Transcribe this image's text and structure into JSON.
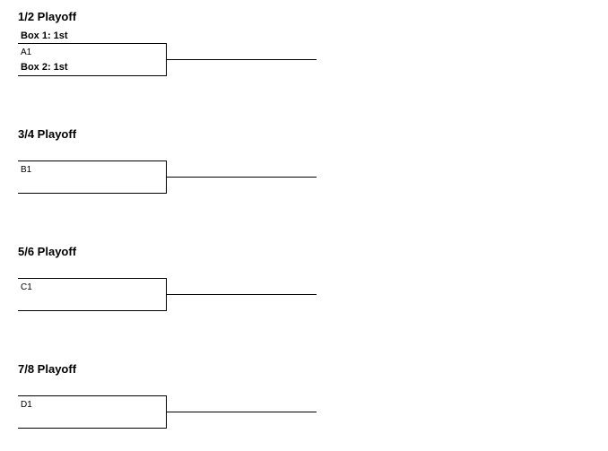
{
  "playoffs": [
    {
      "title": "1/2 Playoff",
      "team_top": "Box 1: 1st",
      "seed": "A1",
      "team_bottom": "Box 2: 1st"
    },
    {
      "title": "3/4 Playoff",
      "team_top": "",
      "seed": "B1",
      "team_bottom": ""
    },
    {
      "title": "5/6 Playoff",
      "team_top": "",
      "seed": "C1",
      "team_bottom": ""
    },
    {
      "title": "7/8 Playoff",
      "team_top": "",
      "seed": "D1",
      "team_bottom": ""
    }
  ]
}
